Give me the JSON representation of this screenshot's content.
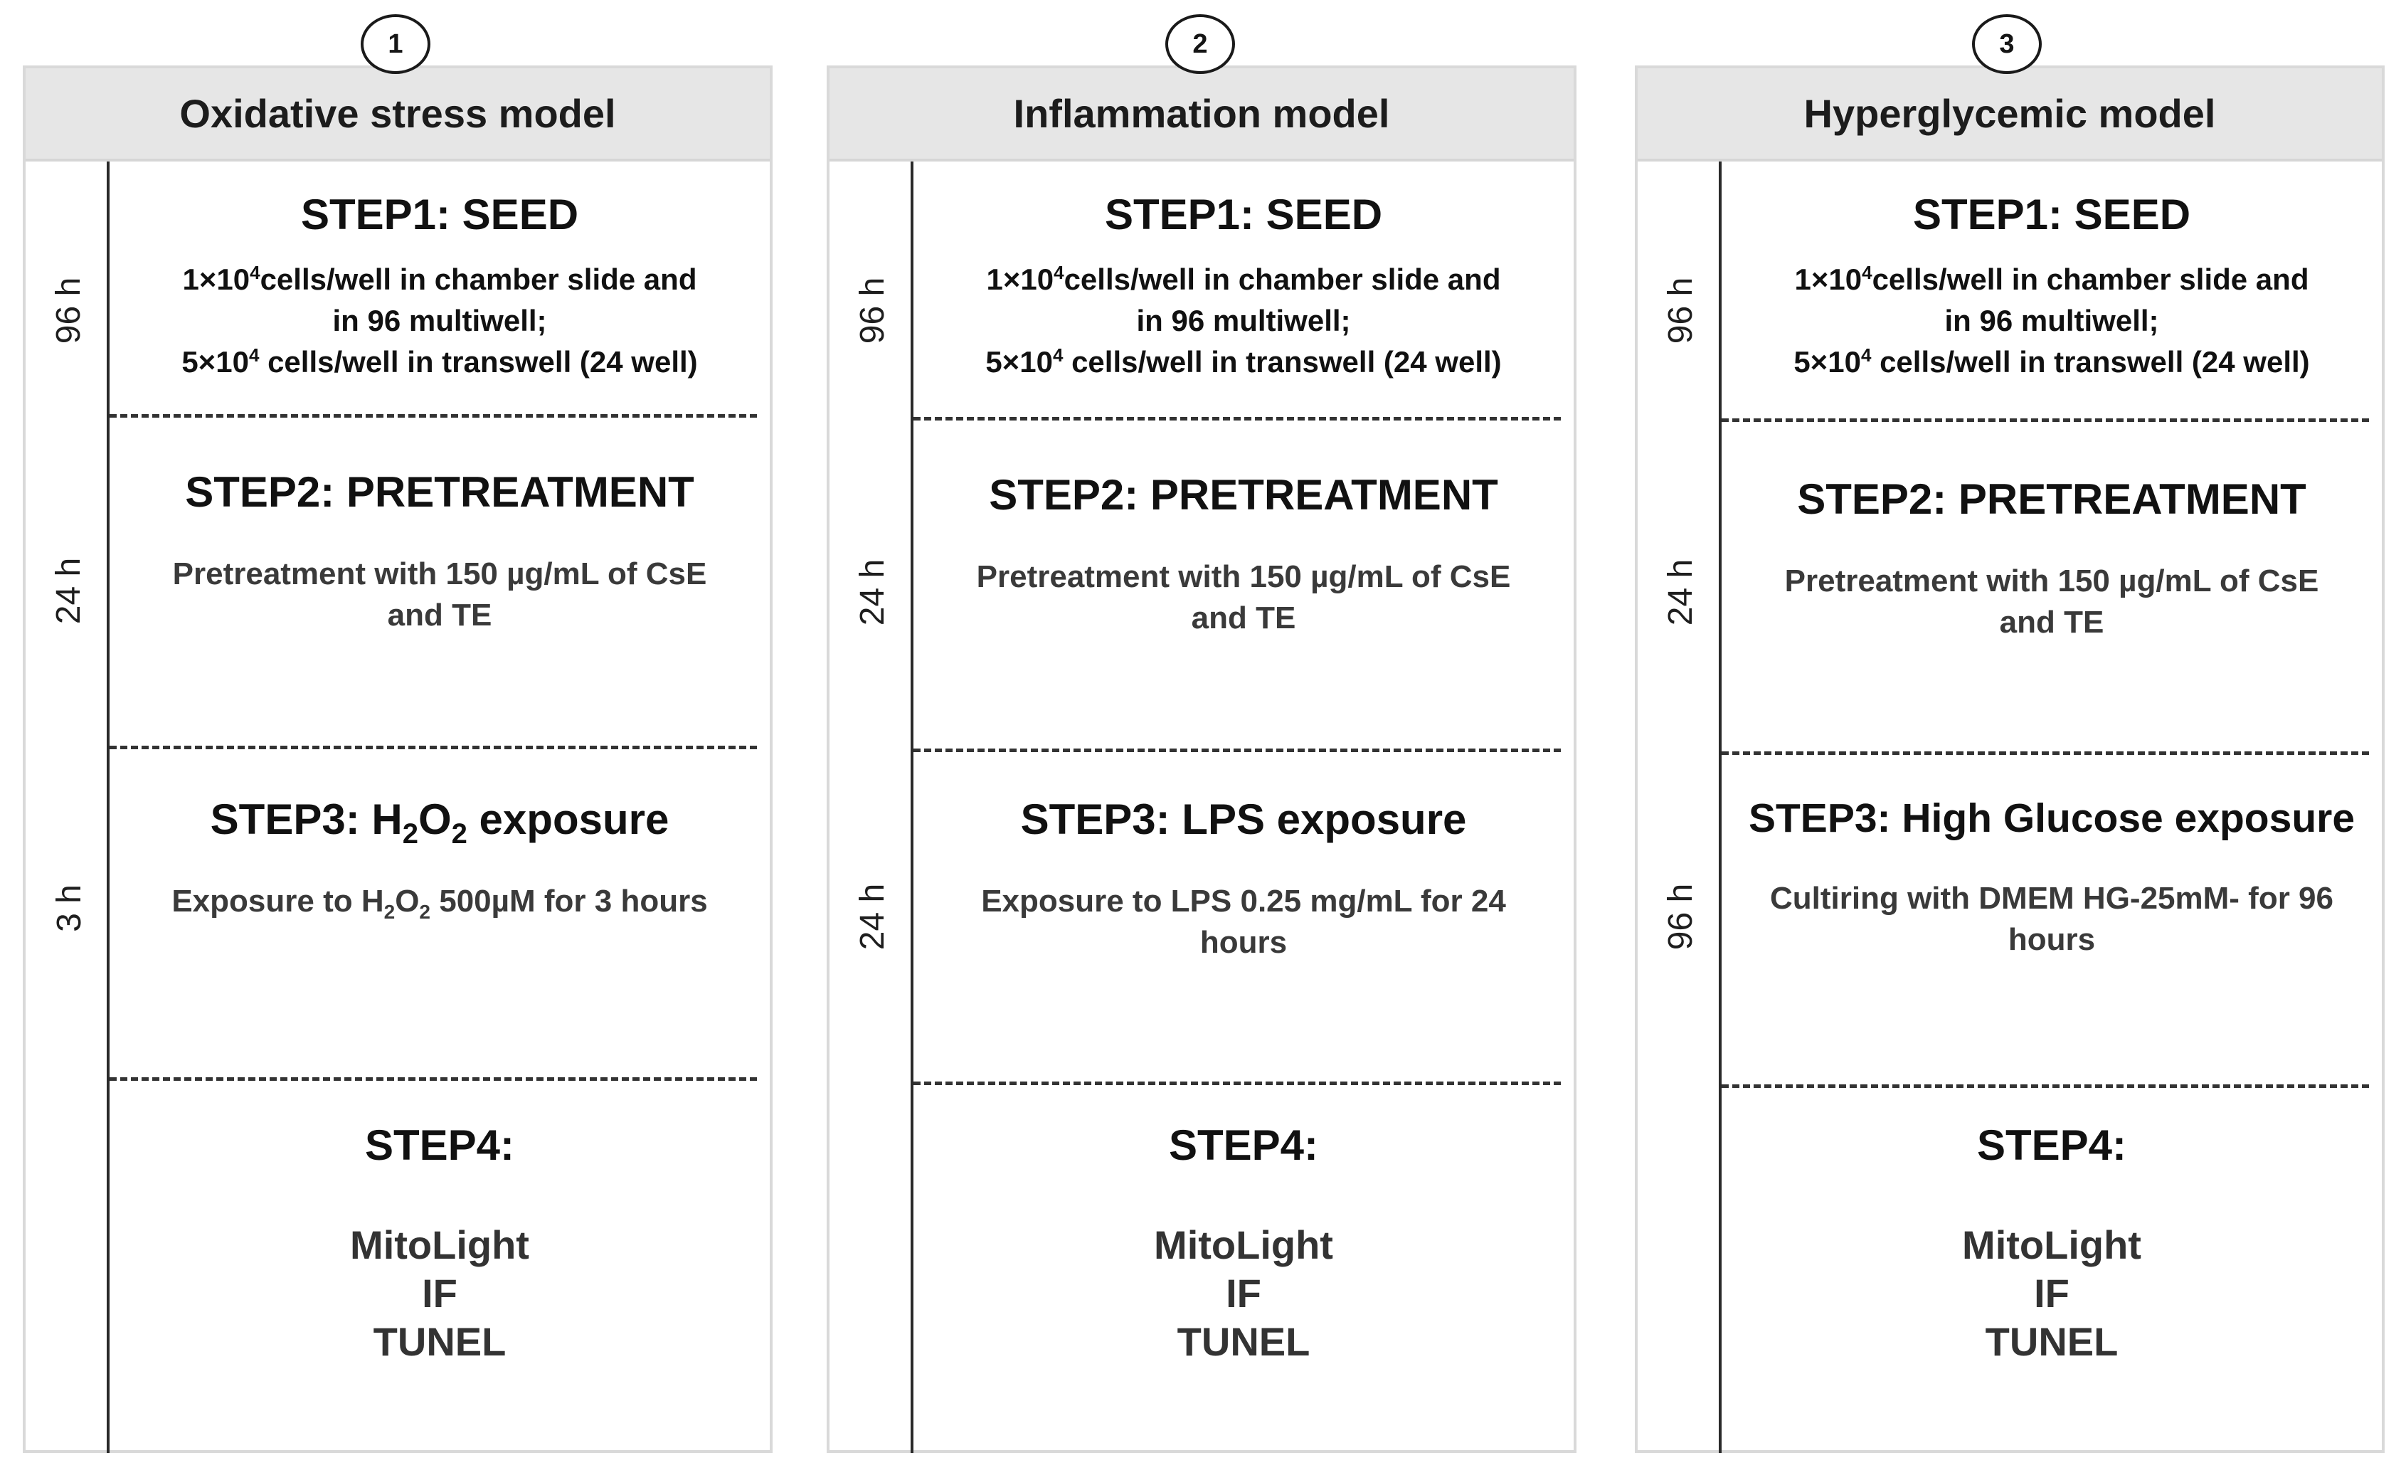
{
  "models": [
    {
      "number": "1",
      "title": "Oxidative stress model",
      "steps": {
        "seed": {
          "duration": "96 h",
          "title": "STEP1: SEED",
          "line1_pre": "1×10",
          "line1_sup": "4",
          "line1_post": "cells/well in chamber slide and",
          "line2": "in 96 multiwell;",
          "line3_pre": "5×10",
          "line3_sup": "4",
          "line3_post": " cells/well in transwell (24 well)"
        },
        "pretreatment": {
          "duration": "24 h",
          "title": "STEP2: PRETREATMENT",
          "text": "Pretreatment with 150 µg/mL of CsE and TE"
        },
        "exposure": {
          "duration": "3 h",
          "title_pre": "STEP3: H",
          "title_sub1": "2",
          "title_mid": "O",
          "title_sub2": "2",
          "title_post": " exposure",
          "text_pre": "Exposure to H",
          "text_sub1": "2",
          "text_mid": "O",
          "text_sub2": "2",
          "text_post": " 500µM for 3 hours"
        },
        "analysis": {
          "title": "STEP4:",
          "assay1": "MitoLight",
          "assay2": "IF",
          "assay3": "TUNEL"
        }
      }
    },
    {
      "number": "2",
      "title": "Inflammation model",
      "steps": {
        "seed": {
          "duration": "96 h",
          "title": "STEP1: SEED",
          "line1_pre": "1×10",
          "line1_sup": "4",
          "line1_post": "cells/well in chamber slide and",
          "line2": "in 96 multiwell;",
          "line3_pre": "5×10",
          "line3_sup": "4",
          "line3_post": " cells/well in transwell (24 well)"
        },
        "pretreatment": {
          "duration": "24 h",
          "title": "STEP2: PRETREATMENT",
          "text": "Pretreatment with 150 µg/mL of CsE and TE"
        },
        "exposure": {
          "duration": "24 h",
          "title": "STEP3: LPS exposure",
          "text": "Exposure to LPS 0.25 mg/mL for 24 hours"
        },
        "analysis": {
          "title": "STEP4:",
          "assay1": "MitoLight",
          "assay2": "IF",
          "assay3": "TUNEL"
        }
      }
    },
    {
      "number": "3",
      "title": "Hyperglycemic model",
      "steps": {
        "seed": {
          "duration": "96 h",
          "title": "STEP1: SEED",
          "line1_pre": "1×10",
          "line1_sup": "4",
          "line1_post": "cells/well in chamber slide and",
          "line2": "in 96 multiwell;",
          "line3_pre": "5×10",
          "line3_sup": "4",
          "line3_post": " cells/well in transwell (24 well)"
        },
        "pretreatment": {
          "duration": "24 h",
          "title": "STEP2: PRETREATMENT",
          "text": "Pretreatment with 150 µg/mL of CsE and TE"
        },
        "exposure": {
          "duration": "96 h",
          "title": "STEP3: High Glucose exposure",
          "text": "Cultiring with DMEM HG-25mM- for 96 hours"
        },
        "analysis": {
          "title": "STEP4:",
          "assay1": "MitoLight",
          "assay2": "IF",
          "assay3": "TUNEL"
        }
      }
    }
  ]
}
